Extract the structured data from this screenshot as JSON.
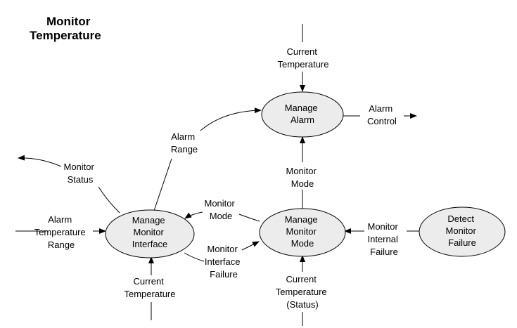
{
  "diagram": {
    "title": [
      "Monitor",
      "Temperature"
    ],
    "processes": {
      "manage_alarm": [
        "Manage",
        "Alarm"
      ],
      "manage_monitor_interface": [
        "Manage",
        "Monitor",
        "Interface"
      ],
      "manage_monitor_mode": [
        "Manage",
        "Monitor",
        "Mode"
      ],
      "detect_monitor_failure": [
        "Detect",
        "Monitor",
        "Failure"
      ]
    },
    "flows": {
      "current_temperature_alarm": [
        "Current",
        "Temperature"
      ],
      "alarm_control": [
        "Alarm",
        "Control"
      ],
      "alarm_range": [
        "Alarm",
        "Range"
      ],
      "monitor_status": [
        "Monitor",
        "Status"
      ],
      "monitor_mode_to_alarm": [
        "Monitor",
        "Mode"
      ],
      "monitor_mode_to_interface": [
        "Monitor",
        "Mode"
      ],
      "alarm_temperature_range": [
        "Alarm",
        "Temperature",
        "Range"
      ],
      "monitor_interface_failure": [
        "Monitor",
        "Interface",
        "Failure"
      ],
      "monitor_internal_failure": [
        "Monitor",
        "Internal",
        "Failure"
      ],
      "current_temperature_interface": [
        "Current",
        "Temperature"
      ],
      "current_temperature_status": [
        "Current",
        "Temperature",
        "(Status)"
      ]
    }
  }
}
